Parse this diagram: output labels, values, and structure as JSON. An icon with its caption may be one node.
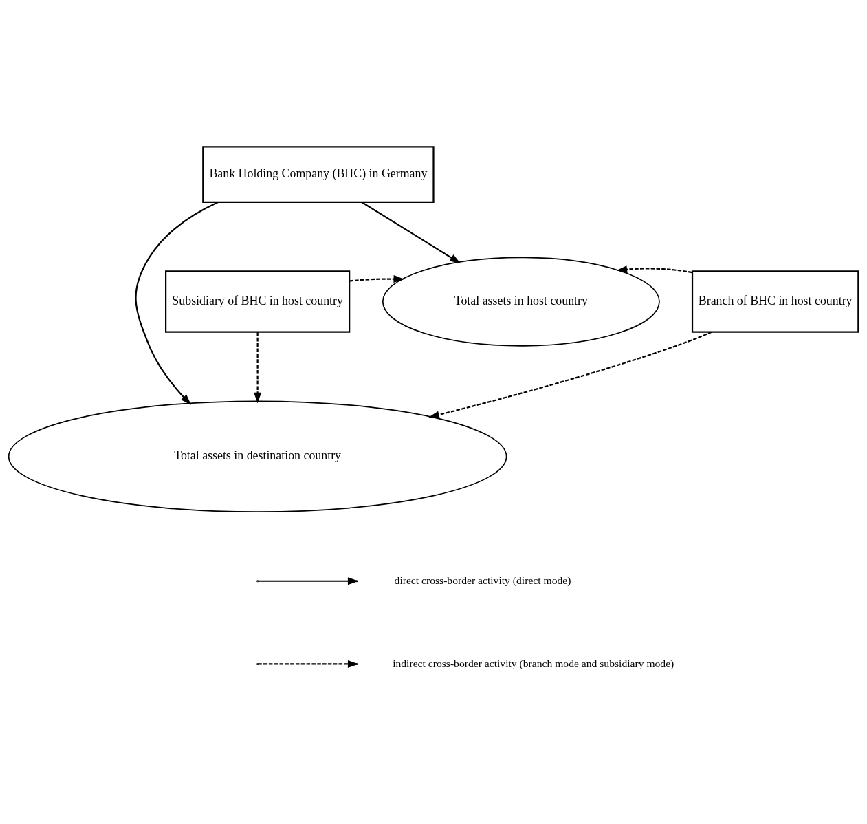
{
  "diagram": {
    "nodes": [
      {
        "text": [
          "Bank Holding Company (BHC) in Germany"
        ]
      },
      {
        "text": [
          "Total assets in host country"
        ]
      },
      {
        "text": [
          "Subsidiary of BHC in host country"
        ]
      },
      {
        "text": [
          "Branch of BHC in host country"
        ]
      },
      {
        "text": [
          "Total assets in destination country"
        ]
      }
    ],
    "edges": [
      {
        "from": 0,
        "to": 1,
        "arrow": "to"
      },
      {
        "from": 2,
        "to": 1,
        "arrow": "to",
        "style": "dashed"
      },
      {
        "from": 3,
        "to": 1,
        "arrow": "to",
        "style": "dashed"
      },
      {
        "from": 2,
        "to": 4,
        "arrow": "to",
        "style": "dashed"
      },
      {
        "from": 3,
        "to": 4,
        "arrow": "to",
        "style": "dashed"
      },
      {
        "from": 0,
        "to": 4,
        "arrow": "to"
      }
    ],
    "legend": [
      {
        "text": "direct cross-border activity (direct mode)"
      },
      {
        "text": "indirect cross-border activity (branch mode and subsidiary mode)"
      }
    ]
  }
}
